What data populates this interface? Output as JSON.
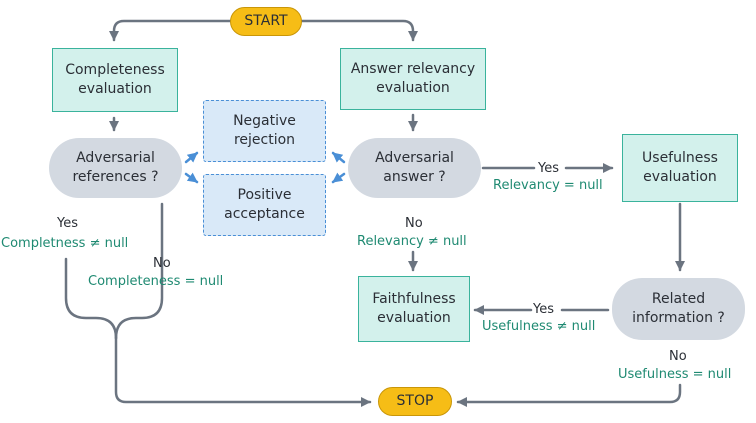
{
  "colors": {
    "connector": "#6b7480",
    "outcome_arrow": "#4a8fd6",
    "terminal_fill": "#f6bd16",
    "process_fill": "#d3f1ec",
    "process_border": "#3ab39c",
    "decision_fill": "#d3d9e1",
    "outcome_fill": "#d9e9f8",
    "condition_text": "#1f8a72"
  },
  "nodes": {
    "start": "START",
    "stop": "STOP",
    "completeness": "Completeness\nevaluation",
    "answer_relevancy": "Answer relevancy\nevaluation",
    "adv_references": "Adversarial\nreferences ?",
    "adv_answer": "Adversarial\nanswer ?",
    "negative_rejection": "Negative\nrejection",
    "positive_acceptance": "Positive\nacceptance",
    "usefulness": "Usefulness\nevaluation",
    "faithfulness": "Faithfulness\nevaluation",
    "related_info": "Related\ninformation ?"
  },
  "edges": {
    "refs_yes": "Yes",
    "refs_yes_cond": "Completness ≠ null",
    "refs_no": "No",
    "refs_no_cond": "Completeness = null",
    "answer_yes": "Yes",
    "answer_yes_cond": "Relevancy = null",
    "answer_no": "No",
    "answer_no_cond": "Relevancy ≠ null",
    "related_yes": "Yes",
    "related_yes_cond": "Usefulness ≠ null",
    "related_no": "No",
    "related_no_cond": "Usefulness = null"
  }
}
